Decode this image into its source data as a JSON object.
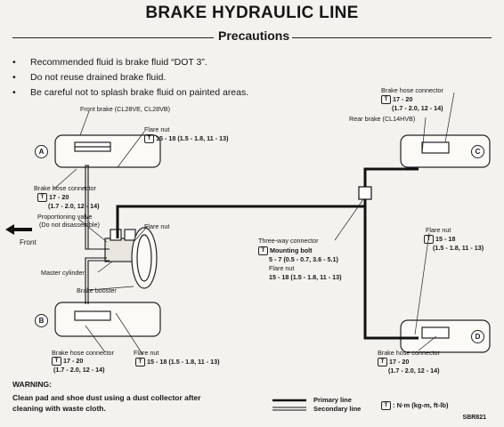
{
  "page": {
    "title": "BRAKE HYDRAULIC LINE",
    "section_heading": "Precautions"
  },
  "precautions": [
    "Recommended fluid is brake fluid “DOT 3”.",
    "Do not reuse drained brake fluid.",
    "Be careful not to splash brake fluid on painted areas."
  ],
  "bullet_symbol": "•",
  "corner_labels": {
    "a": "A",
    "b": "B",
    "c": "C",
    "d": "D"
  },
  "labels": {
    "front_brake": "Front brake (CL28VE, CL28VB)",
    "flare_nut_top": "Flare nut",
    "flare_nut_top_torque": "15 - 18 (1.5 - 1.8, 11 - 13)",
    "brake_hose_connector_left": "Brake hose connector",
    "brake_hose_connector_left_t1": "17 - 20",
    "brake_hose_connector_left_t2": "(1.7 - 2.0, 12 - 14)",
    "proportioning_valve": "Proportioning valve",
    "proportioning_valve_note": "(Do not disassemble)",
    "master_cylinder": "Master cylinder",
    "flare_nut_mid": "Flare nut",
    "brake_booster": "Brake booster",
    "brake_hose_connector_bottom": "Brake hose connector",
    "brake_hose_connector_bottom_t1": "17 - 20",
    "brake_hose_connector_bottom_t2": "(1.7 - 2.0, 12 - 14)",
    "flare_nut_bottom": "Flare nut",
    "flare_nut_bottom_torque": "15 - 18 (1.5 - 1.8, 11 - 13)",
    "brake_hose_connector_top_right": "Brake hose connector",
    "brake_hose_connector_top_right_t1": "17 - 20",
    "brake_hose_connector_top_right_t2": "(1.7 - 2.0, 12 - 14)",
    "rear_brake": "Rear brake (CL14HVB)",
    "three_way_connector": "Three-way connector",
    "mounting_bolt": "Mounting bolt",
    "mounting_bolt_torque": "5 - 7 (0.5 - 0.7, 3.6 - 5.1)",
    "flare_nut_center": "Flare nut",
    "flare_nut_center_torque": "15 - 18 (1.5 - 1.8, 11 - 13)",
    "flare_nut_right": "Flare nut",
    "flare_nut_right_t1": "15 - 18",
    "flare_nut_right_t2": "(1.5 - 1.8, 11 - 13)",
    "brake_hose_connector_bottom_right": "Brake hose connector",
    "brake_hose_connector_bottom_right_t1": "17 - 20",
    "brake_hose_connector_bottom_right_t2": "(1.7 - 2.0, 12 - 14)"
  },
  "front_label": "Front",
  "warning": {
    "title": "WARNING:",
    "text_line1": "Clean pad and shoe dust using a dust collector after",
    "text_line2": "cleaning with waste cloth."
  },
  "legend": {
    "primary": "Primary line",
    "secondary": "Secondary line",
    "torque_unit": ": N·m (kg-m, ft-lb)"
  },
  "figure_ref": "SBR821"
}
